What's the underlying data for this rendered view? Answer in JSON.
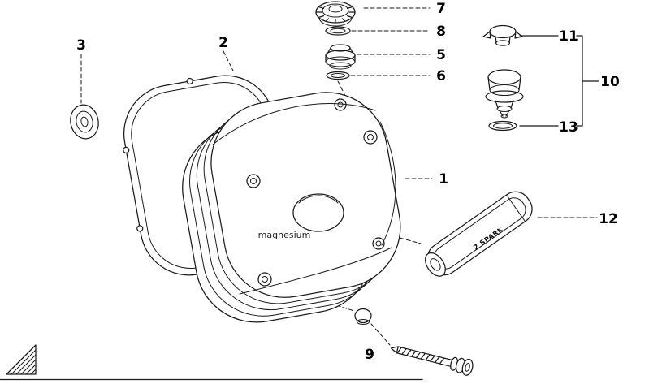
{
  "diagram": {
    "colors": {
      "background": "#ffffff",
      "line": "#1a1a1a",
      "text": "#000000"
    },
    "labels": {
      "magnesium": "magnesium",
      "spark_cover": "2 SPARK"
    },
    "callouts": {
      "c1": "1",
      "c2": "2",
      "c3": "3",
      "c5": "5",
      "c6": "6",
      "c7": "7",
      "c8": "8",
      "c9": "9",
      "c10": "10",
      "c11": "11",
      "c12": "12",
      "c13": "13"
    }
  }
}
